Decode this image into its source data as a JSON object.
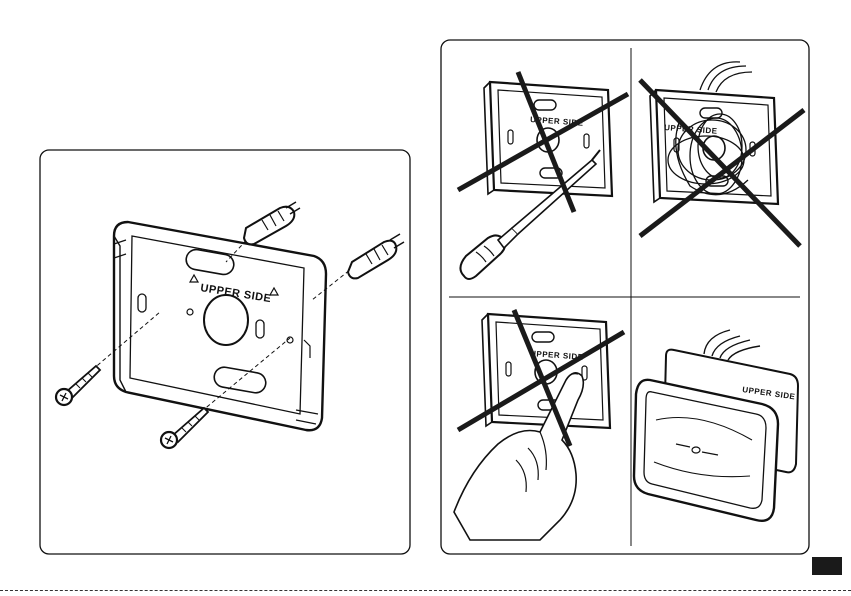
{
  "figure": {
    "left_panel": {
      "plate_label": "UPPER SIDE",
      "parts": [
        "mounting-plate",
        "wall-plug",
        "wall-plug",
        "screw",
        "screw"
      ]
    },
    "right_panel": {
      "cells": [
        {
          "id": "no-screwdriver",
          "plate_label": "UPPER SIDE",
          "crossed": true
        },
        {
          "id": "no-coiled-wires",
          "plate_label": "UPPER SIDE",
          "crossed": true
        },
        {
          "id": "no-finger-press",
          "plate_label": "UPPER SIDE",
          "crossed": true
        },
        {
          "id": "correct-mount",
          "plate_label": "UPPER SIDE",
          "crossed": false
        }
      ]
    }
  },
  "colors": {
    "line": "#111111",
    "fill": "#ffffff",
    "tab": "#1a1a1a"
  }
}
